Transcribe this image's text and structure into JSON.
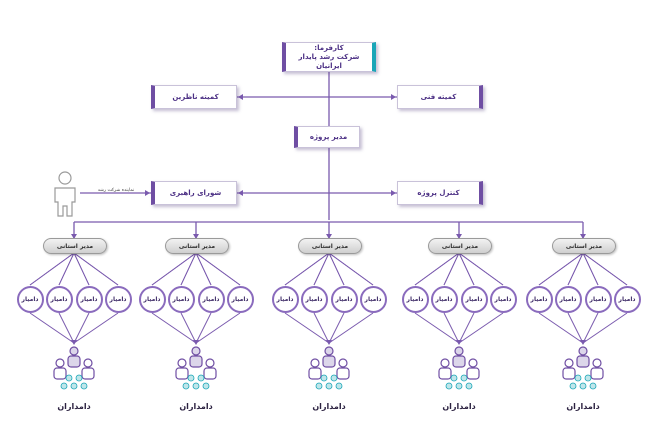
{
  "client": {
    "line1": "کارفرما:",
    "line2": "شرکت رشد پایدار ایرانیان"
  },
  "supervisors_committee": "کمیته ناظرین",
  "technical_committee": "کمیته فنی",
  "project_manager": "مدیر پروژه",
  "steering_council": "شورای راهبری",
  "project_control": "کنترل پروژه",
  "representative_note": "نماینده شرکت رشد",
  "provincial_manager": "مدیر استانی",
  "rancher_coordinator": "دامیار",
  "ranchers": "دامداران",
  "colors": {
    "accent": "#6f4ea3",
    "teal": "#1aa6b7",
    "line": "#7a5aae"
  }
}
